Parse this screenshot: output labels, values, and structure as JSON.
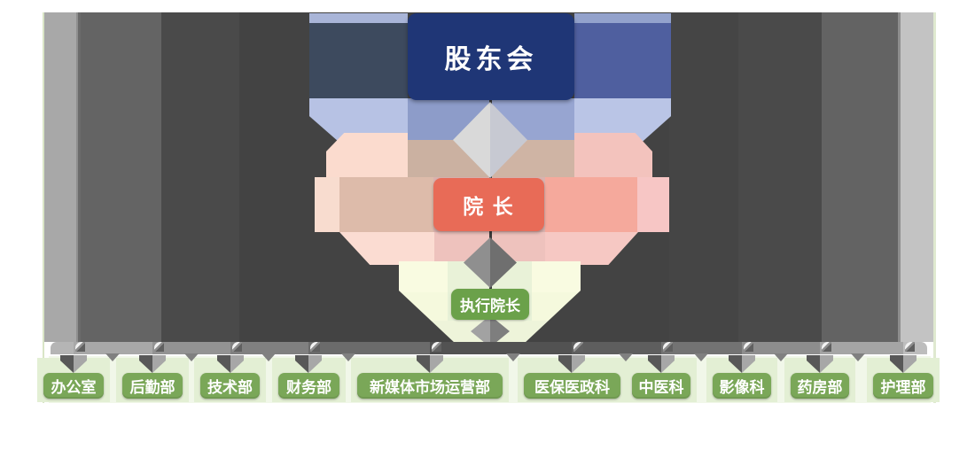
{
  "diagram_title": "hospital-org-chart",
  "org": {
    "root": {
      "label": "股东会",
      "color": "#1f3676"
    },
    "dean": {
      "label": "院 长",
      "color": "#e86b57"
    },
    "exec": {
      "label": "执行院长",
      "color": "#6ba14a"
    },
    "departments": [
      {
        "label": "办公室"
      },
      {
        "label": "后勤部"
      },
      {
        "label": "技术部"
      },
      {
        "label": "财务部"
      },
      {
        "label": "新媒体市场运营部"
      },
      {
        "label": "医保医政科"
      },
      {
        "label": "中医科"
      },
      {
        "label": "影像科"
      },
      {
        "label": "药房部"
      },
      {
        "label": "护理部"
      }
    ],
    "department_color": "#7aa758"
  },
  "colors": {
    "background": "#ffffff",
    "shadow_band_light": "#a8a8a8",
    "shadow_band_medium": "#646464",
    "shadow_band_dark": "#4a4a4a",
    "shadow_band_center": "#434343",
    "glow_blue_dark": "#3d4a5e",
    "glow_blue": "#4f5f9f",
    "glow_periwinkle": "#b7c2e4",
    "glow_pink": "#f5a99c",
    "glow_peach": "#fbdbce",
    "glow_tan": "#ddbbaa",
    "glow_green_pale": "#f9fbe1",
    "connector_gray": "#6b6b6b",
    "edge_green_line": "#d9e5c6"
  }
}
